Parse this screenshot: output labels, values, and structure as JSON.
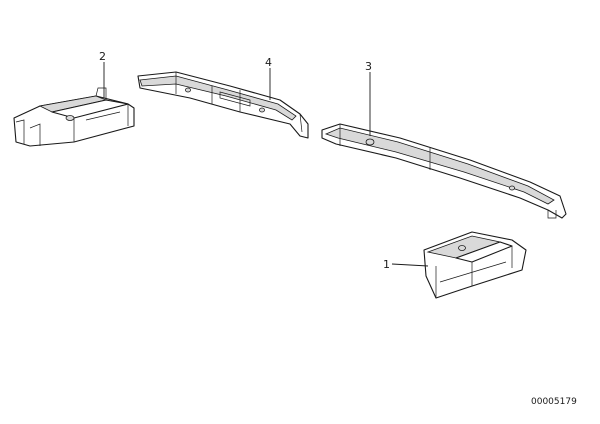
{
  "diagram": {
    "callouts": [
      {
        "id": "1",
        "label": "1"
      },
      {
        "id": "2",
        "label": "2"
      },
      {
        "id": "3",
        "label": "3"
      },
      {
        "id": "4",
        "label": "4"
      }
    ],
    "diagram_code": "00005179"
  }
}
